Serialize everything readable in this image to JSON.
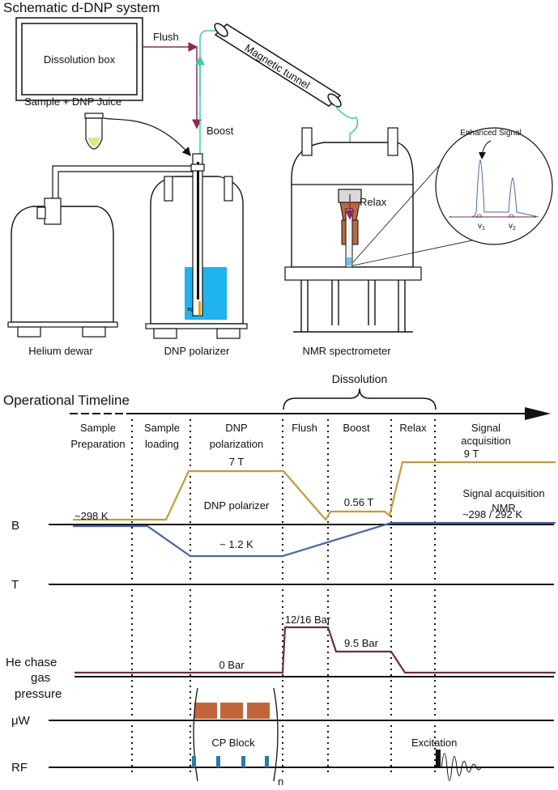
{
  "title": "Schematic d-DNP system",
  "schematic": {
    "dissolution_box": "Dissolution box",
    "flush": "Flush",
    "magnetic_tunnel": "Magnetic tunnel",
    "sample_juice": "Sample + DNP Juice",
    "boost": "Boost",
    "relax": "Relax",
    "enhanced_signal": "Enhanced Signal",
    "v1": "v",
    "v1_sub": "1",
    "v2": "v",
    "v2_sub": "2",
    "helium_dewar": "Helium dewar",
    "dnp_polarizer": "DNP polarizer",
    "nmr_spectrometer": "NMR spectrometer"
  },
  "timeline": {
    "title": "Operational Timeline",
    "dissolution": "Dissolution",
    "phases": {
      "sample_prep_1": "Sample",
      "sample_prep_2": "Preparation",
      "sample_loading_1": "Sample",
      "sample_loading_2": "loading",
      "dnp_pol_1": "DNP",
      "dnp_pol_2": "polarization",
      "flush": "Flush",
      "boost": "Boost",
      "relax": "Relax",
      "signal_acq_1": "Signal",
      "signal_acq_2": "acquisition"
    },
    "rows": {
      "B": "B",
      "T": "T",
      "He_1": "He chase",
      "He_2": "gas",
      "He_3": "pressure",
      "uW": "μW",
      "RF": "RF"
    },
    "annotations": {
      "b_7T": "7 T",
      "b_9T": "9 T",
      "b_056T": "0.56 T",
      "dnp_polarizer": "DNP polarizer",
      "signal_acq_nmr_1": "Signal acquisition",
      "signal_acq_nmr_2": "NMR",
      "t_298": "~298 K",
      "t_12": "~ 1.2 K",
      "t_298_292": "~298 / 292 K",
      "p_0": "0 Bar",
      "p_1216": "12/16 Bar",
      "p_95": "9.5 Bar",
      "cp_block": "CP Block",
      "n": "n",
      "excitation": "Excitation"
    },
    "colors": {
      "B": "#c49a3c",
      "T": "#4a64a6",
      "pressure": "#6a2d4a",
      "uW": "#c0663a",
      "rf_pulse": "#2e78a6",
      "flow_teal": "#3fcfa0",
      "flow_purple": "#8c2a5e",
      "bath": "#1fb3f0"
    }
  }
}
